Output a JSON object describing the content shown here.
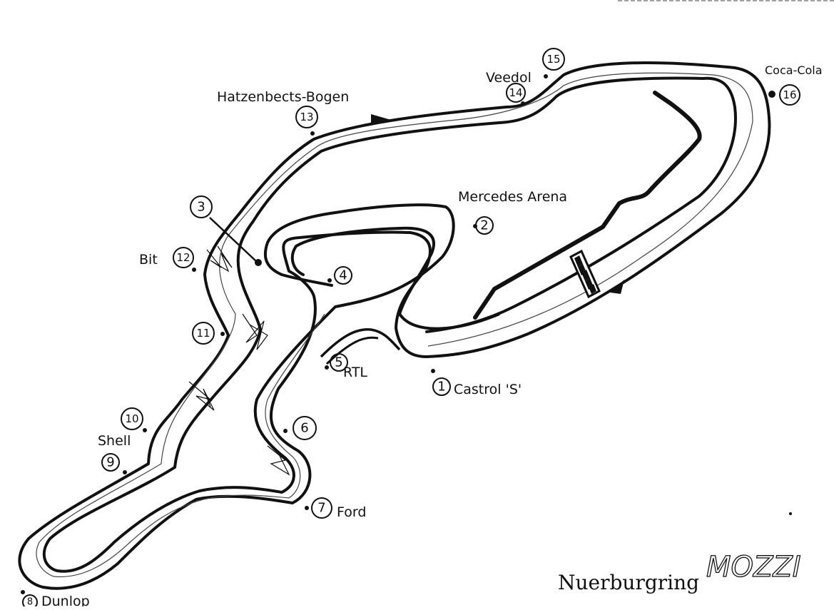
{
  "map": {
    "title": "Nuerburgring",
    "signature": "MOZZI",
    "corners": [
      {
        "number": "1",
        "name": "Castrol 'S'"
      },
      {
        "number": "2",
        "name": "Mercedes Arena"
      },
      {
        "number": "3",
        "name": ""
      },
      {
        "number": "4",
        "name": ""
      },
      {
        "number": "5",
        "name": "RTL"
      },
      {
        "number": "6",
        "name": ""
      },
      {
        "number": "7",
        "name": "Ford"
      },
      {
        "number": "8",
        "name": "Dunlop"
      },
      {
        "number": "9",
        "name": ""
      },
      {
        "number": "10",
        "name": "Shell"
      },
      {
        "number": "11",
        "name": ""
      },
      {
        "number": "12",
        "name": "Bit"
      },
      {
        "number": "13",
        "name": "Hatzenbects-Bogen"
      },
      {
        "number": "14",
        "name": "Veedol"
      },
      {
        "number": "15",
        "name": ""
      },
      {
        "number": "16",
        "name": "Coca-Cola"
      }
    ]
  }
}
